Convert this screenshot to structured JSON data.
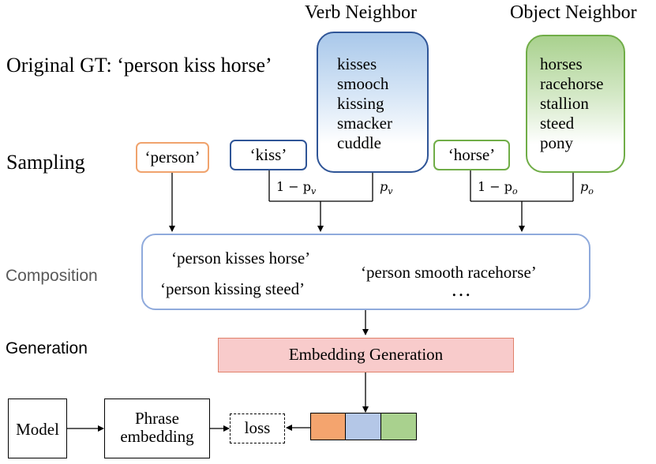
{
  "headers": {
    "verb_neighbor": "Verb Neighbor",
    "object_neighbor": "Object Neighbor"
  },
  "original_gt": "Original GT: ‘person kiss horse’",
  "stages": {
    "sampling": "Sampling",
    "composition": "Composition",
    "generation": "Generation"
  },
  "verb_neighbors": [
    "kisses",
    "smooch",
    "kissing",
    "smacker",
    "cuddle"
  ],
  "object_neighbors": [
    "horses",
    "racehorse",
    "stallion",
    "steed",
    "pony"
  ],
  "tokens": {
    "subject": "‘person’",
    "verb": "‘kiss’",
    "object": "‘horse’"
  },
  "probabilities": {
    "verb_keep": "1 − p",
    "verb_keep_sub": "v",
    "verb_replace": "p",
    "verb_replace_sub": "v",
    "object_keep": "1 − p",
    "object_keep_sub": "o",
    "object_replace": "p",
    "object_replace_sub": "o"
  },
  "compositions": {
    "c1": "‘person kisses horse’",
    "c2": "‘person kissing steed’",
    "c3": "‘person smooth racehorse’",
    "ellipsis": "…"
  },
  "generation_box": "Embedding Generation",
  "model": "Model",
  "phrase_embedding": [
    "Phrase",
    "embedding"
  ],
  "loss": "loss",
  "colors": {
    "subject": "#f0a36d",
    "verb": "#2f5597",
    "object": "#70ad47",
    "composition": "#8faadc",
    "generation_fill": "#f8cbcb",
    "generation_border": "#e0816a",
    "cell_orange": "#f4a46e",
    "cell_blue": "#b4c7e7",
    "cell_green": "#a9d18e"
  }
}
